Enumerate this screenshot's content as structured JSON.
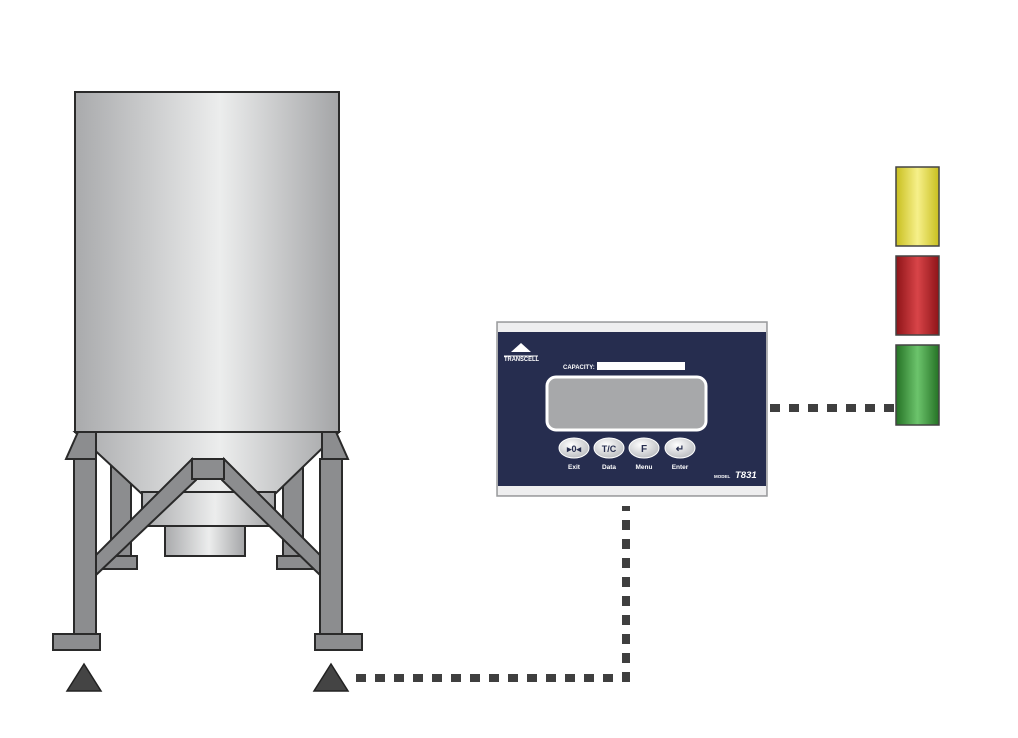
{
  "indicator": {
    "brand": "TRANSCELL",
    "capacity_label": "CAPACITY:",
    "model_prefix": "MODEL",
    "model_number": "T831",
    "keys": [
      {
        "symbol": "▸0◂",
        "caption": "Exit"
      },
      {
        "symbol": "T/C",
        "caption": "Data"
      },
      {
        "symbol": "F",
        "caption": "Menu"
      },
      {
        "symbol": "↵",
        "caption": "Enter"
      }
    ],
    "panel_color": "#262d4f"
  },
  "stack_light": {
    "lamps": [
      {
        "name": "yellow",
        "color": "#e8df3a"
      },
      {
        "name": "red",
        "color": "#b82025"
      },
      {
        "name": "green",
        "color": "#3c9a3c"
      }
    ]
  },
  "colors": {
    "silo_body": "#c9cacb",
    "steel_frame": "#8c8d8f",
    "outline": "#2a2a2a",
    "cable": "#3f3f3f"
  }
}
